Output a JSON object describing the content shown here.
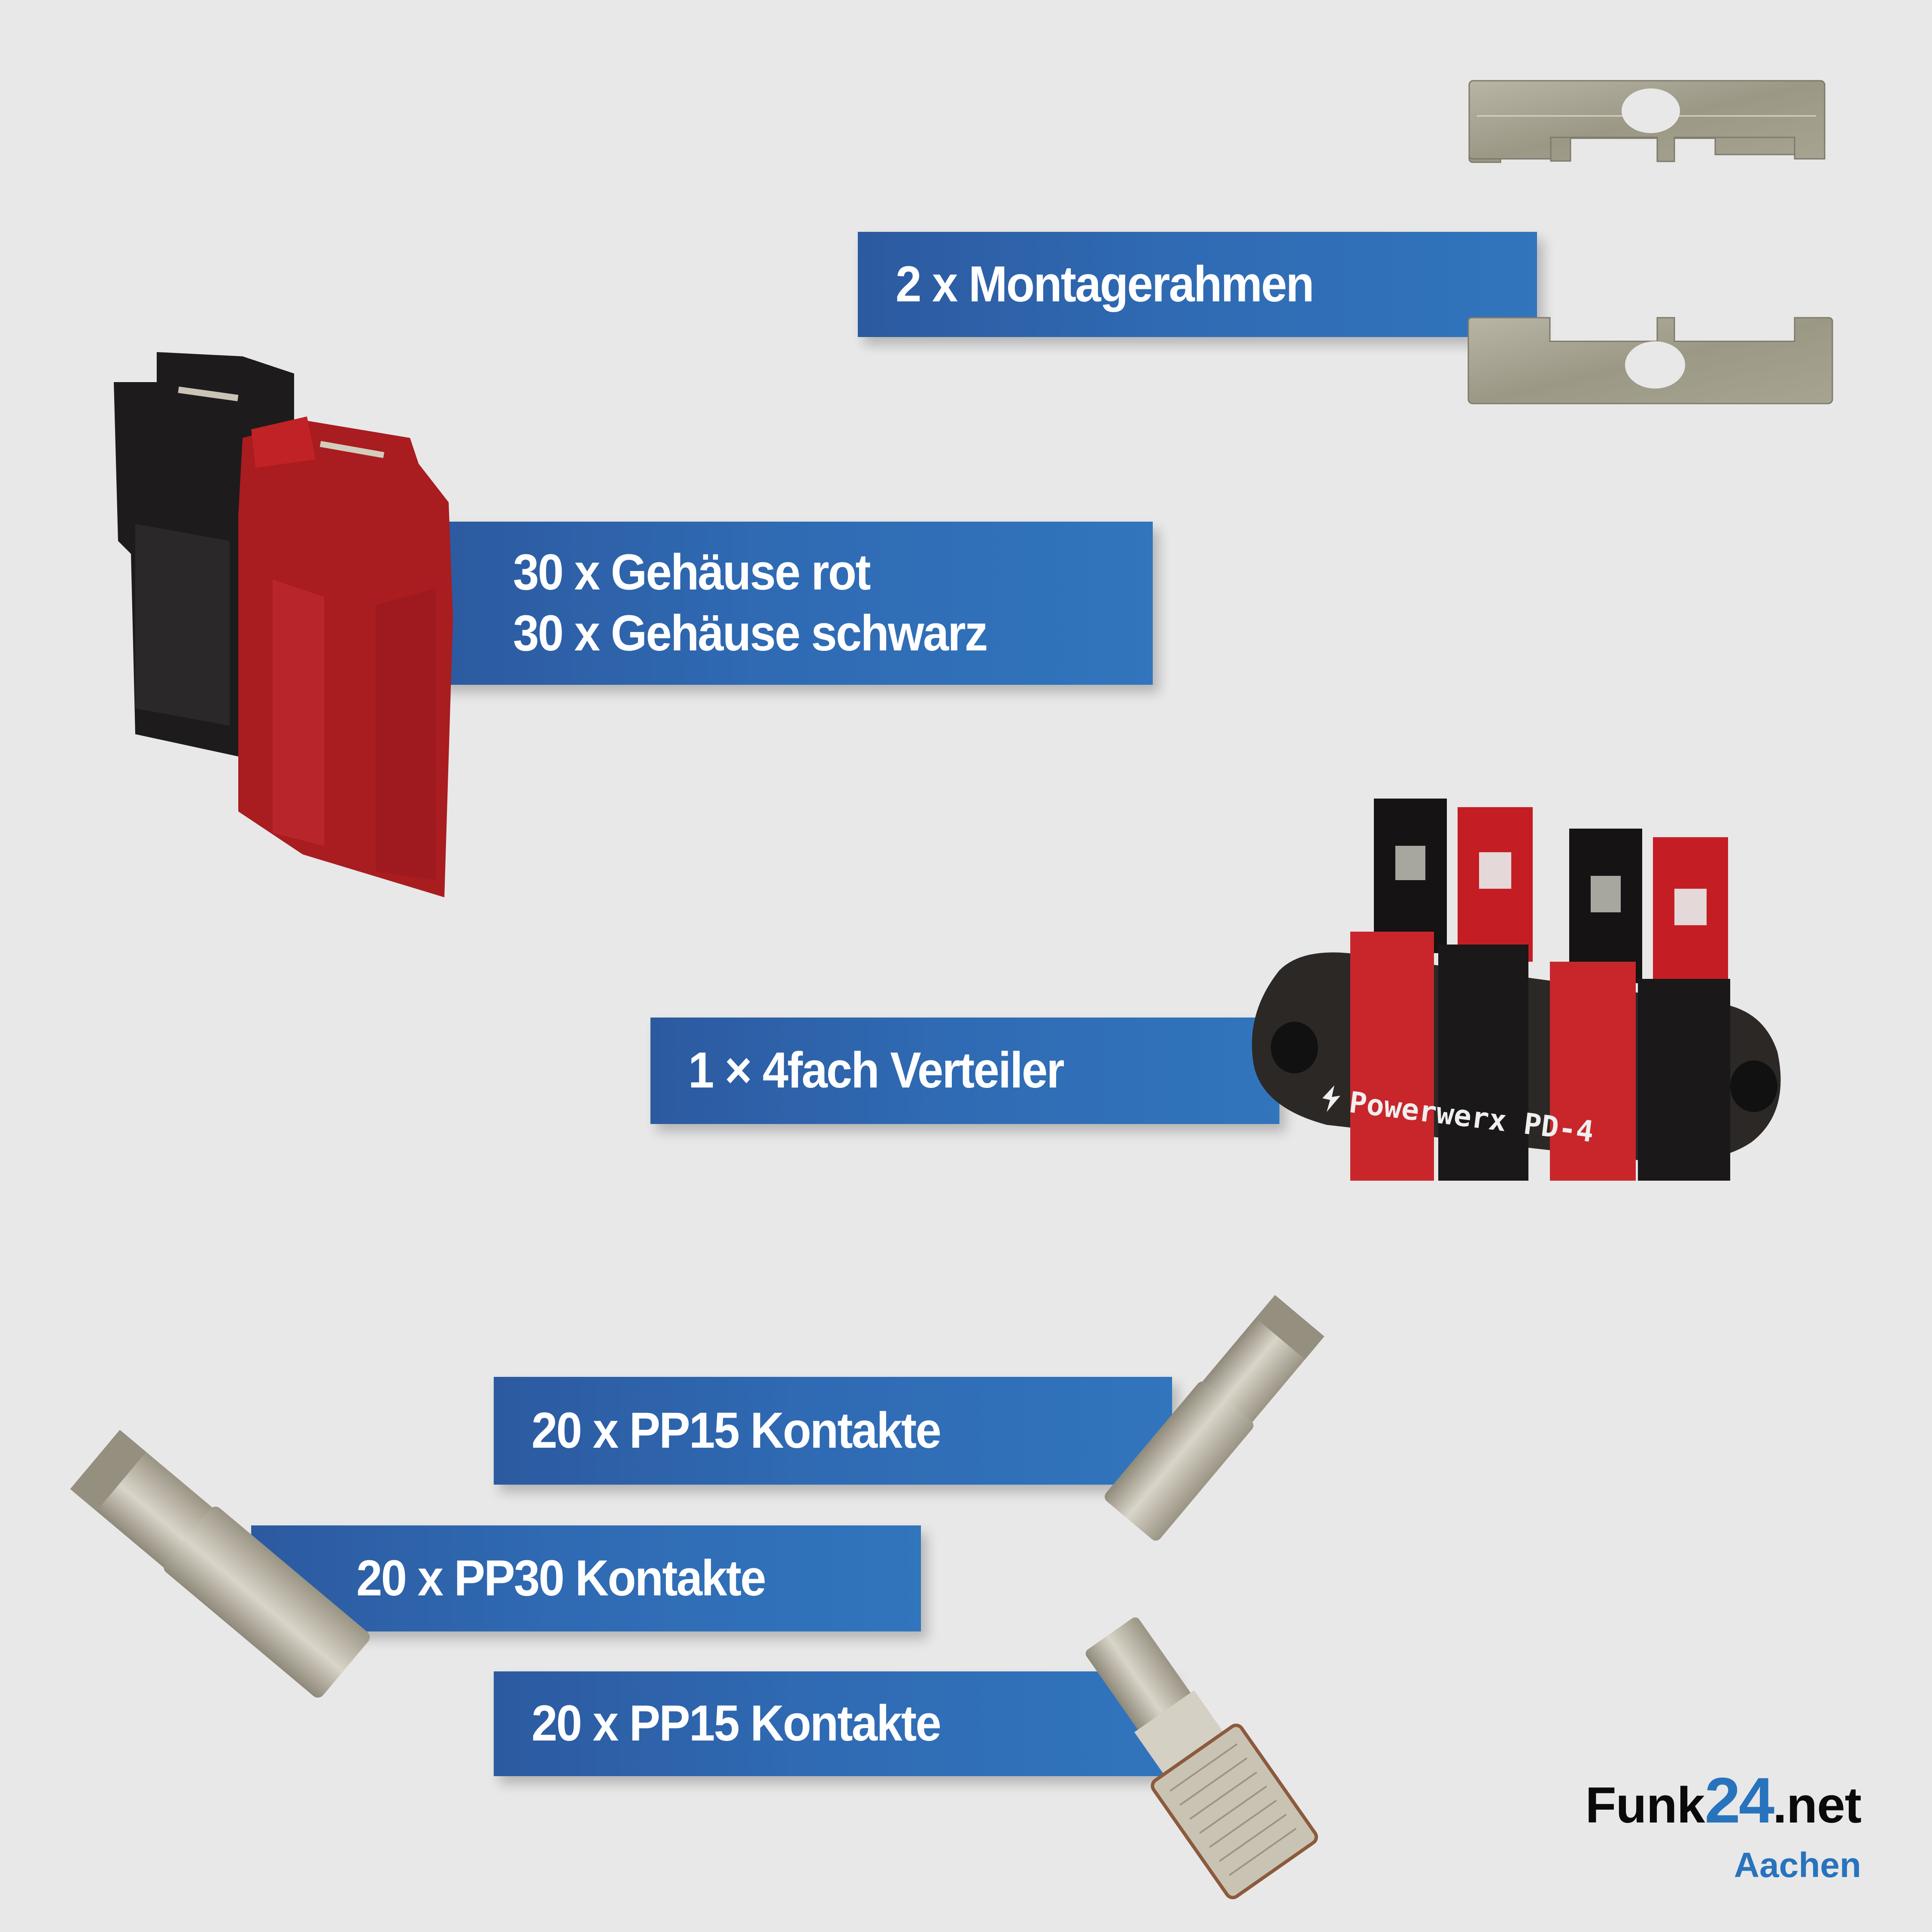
{
  "page": {
    "background": "#e8e8e8",
    "banner_color": "#2f6ab3",
    "text_color": "#ffffff"
  },
  "items": [
    {
      "id": "montagerahmen",
      "lines": [
        "2 x Montagerahmen"
      ],
      "product": "mounting-frame-plates"
    },
    {
      "id": "gehaeuse",
      "lines": [
        "30 x Gehäuse rot",
        "30 x Gehäuse schwarz"
      ],
      "product": "red-black-housing-pair"
    },
    {
      "id": "verteiler",
      "lines": [
        "1 × 4fach Verteiler"
      ],
      "product": "powerpole-distribution-block",
      "product_label": "Powerwerx  PD-4"
    },
    {
      "id": "pp15-a",
      "lines": [
        "20 x PP15 Kontakte"
      ],
      "product": "pp15-contact"
    },
    {
      "id": "pp30",
      "lines": [
        "20 x PP30 Kontakte"
      ],
      "product": "pp30-contact"
    },
    {
      "id": "pp15-b",
      "lines": [
        "20 x PP15 Kontakte"
      ],
      "product": "pp15-crimp-contact"
    }
  ],
  "logo": {
    "prefix": "Funk",
    "number": "24",
    "suffix": ".net",
    "city": "Aachen",
    "accent_color": "#2873bd"
  }
}
